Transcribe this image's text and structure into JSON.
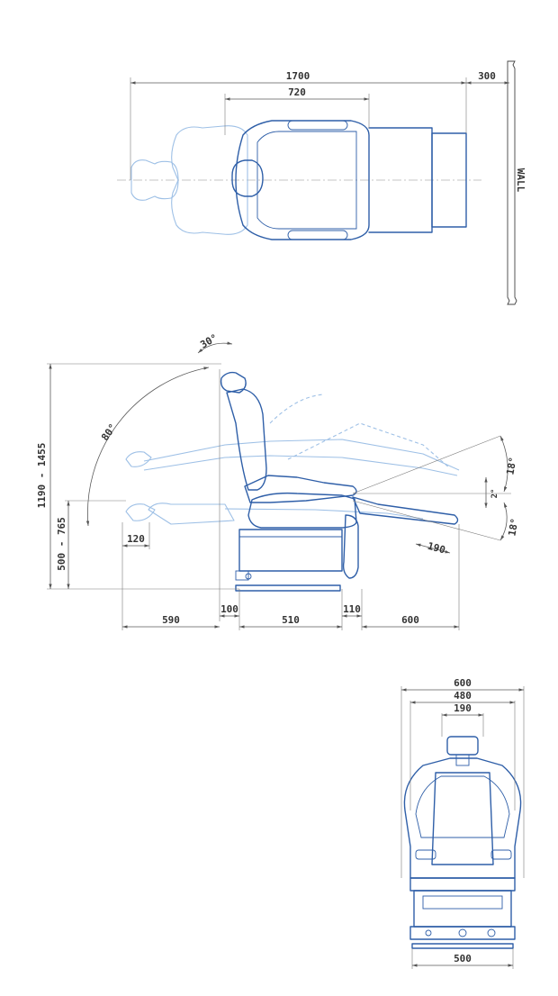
{
  "labels": {
    "wall": "WALL",
    "top_total": "1700",
    "top_seat": "720",
    "top_wall_gap": "300",
    "side_height_range": "1190 - 1455",
    "side_seat_height": "500 - 765",
    "side_backrest_angle": "80°",
    "side_headrest_angle": "30°",
    "side_leg_up": "18°",
    "side_leg_mid": "2°",
    "side_leg_down": "18°",
    "side_leg_length": "190",
    "side_head_offset": "120",
    "side_rear": "590",
    "side_rear_base": "100",
    "side_base": "510",
    "side_front_base": "110",
    "side_front": "600",
    "front_total": "600",
    "front_inner": "480",
    "front_headrest": "190",
    "front_base": "500"
  }
}
